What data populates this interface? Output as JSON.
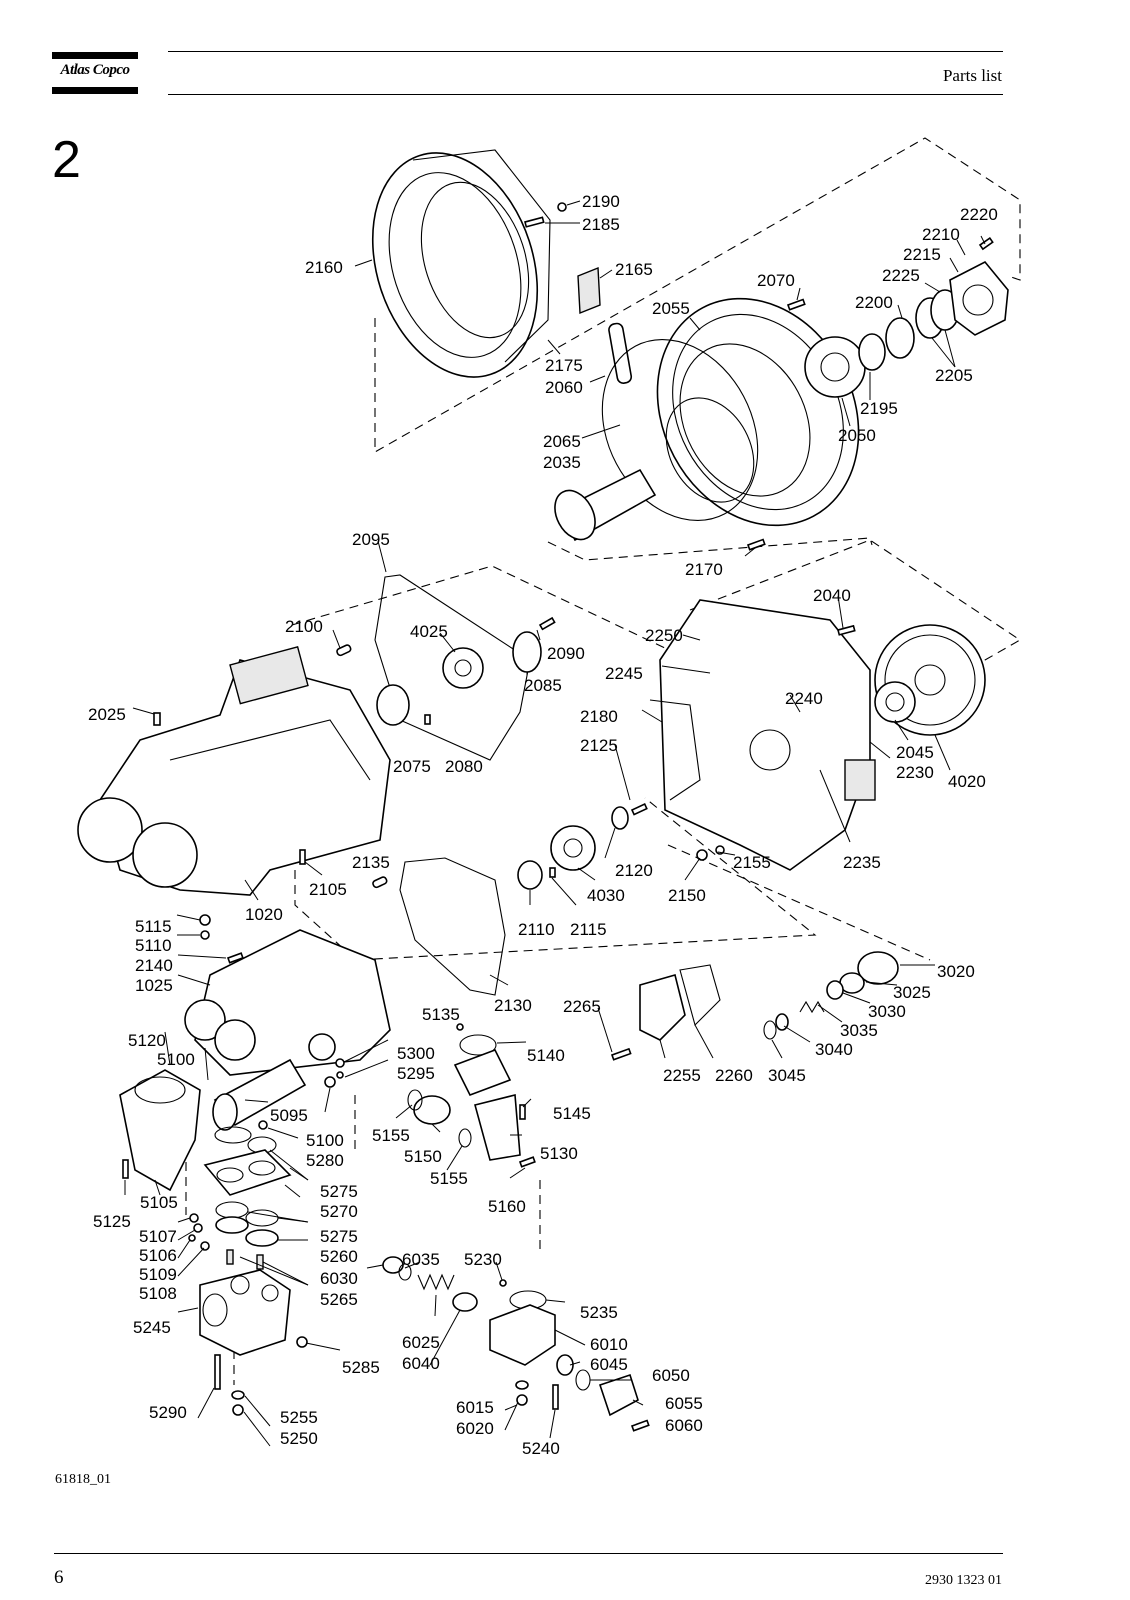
{
  "header": {
    "brand": "Atlas Copco",
    "title": "Parts list"
  },
  "section_number": "2",
  "figure_id": "61818_01",
  "footer": {
    "page_number": "6",
    "document_number": "2930 1323 01"
  },
  "callouts": {
    "c2190": "2190",
    "c2185": "2185",
    "c2160": "2160",
    "c2165": "2165",
    "c2220": "2220",
    "c2210": "2210",
    "c2215": "2215",
    "c2225": "2225",
    "c2070": "2070",
    "c2200": "2200",
    "c2055": "2055",
    "c2175": "2175",
    "c2060": "2060",
    "c2205": "2205",
    "c2195": "2195",
    "c2050": "2050",
    "c2065": "2065",
    "c2035": "2035",
    "c2170": "2170",
    "c2095": "2095",
    "c2040": "2040",
    "c2100": "2100",
    "c4025": "4025",
    "c2090": "2090",
    "c2250": "2250",
    "c2245": "2245",
    "c2085": "2085",
    "c2025": "2025",
    "c2240": "2240",
    "c2180": "2180",
    "c2075": "2075",
    "c2080": "2080",
    "c2125": "2125",
    "c2045": "2045",
    "c2230": "2230",
    "c4020": "4020",
    "c2135": "2135",
    "c2120": "2120",
    "c2155": "2155",
    "c2235": "2235",
    "c2105": "2105",
    "c4030": "4030",
    "c2150": "2150",
    "c1020": "1020",
    "c5115": "5115",
    "c5110": "5110",
    "c2110": "2110",
    "c2115": "2115",
    "c2140": "2140",
    "c1025": "1025",
    "c3020": "3020",
    "c3025": "3025",
    "c2130": "2130",
    "c2265": "2265",
    "c3030": "3030",
    "c5135": "5135",
    "c3035": "3035",
    "c5120": "5120",
    "c5140": "5140",
    "c3040": "3040",
    "c5100a": "5100",
    "c5300": "5300",
    "c2255": "2255",
    "c2260": "2260",
    "c3045": "3045",
    "c5295": "5295",
    "c5095": "5095",
    "c5145": "5145",
    "c5155a": "5155",
    "c5100b": "5100",
    "c5280": "5280",
    "c5150": "5150",
    "c5130": "5130",
    "c5155b": "5155",
    "c5275a": "5275",
    "c5105": "5105",
    "c5270": "5270",
    "c5160": "5160",
    "c5125": "5125",
    "c5275b": "5275",
    "c5107": "5107",
    "c5106": "5106",
    "c5260": "5260",
    "c6035": "6035",
    "c5230": "5230",
    "c5109": "5109",
    "c6030": "6030",
    "c5108": "5108",
    "c5265": "5265",
    "c5235": "5235",
    "c5245": "5245",
    "c6025": "6025",
    "c6010": "6010",
    "c6040": "6040",
    "c6045": "6045",
    "c5285": "5285",
    "c6050": "6050",
    "c6015": "6015",
    "c5290": "5290",
    "c5255": "5255",
    "c6055": "6055",
    "c6020": "6020",
    "c5250": "5250",
    "c6060": "6060",
    "c5240": "5240"
  }
}
